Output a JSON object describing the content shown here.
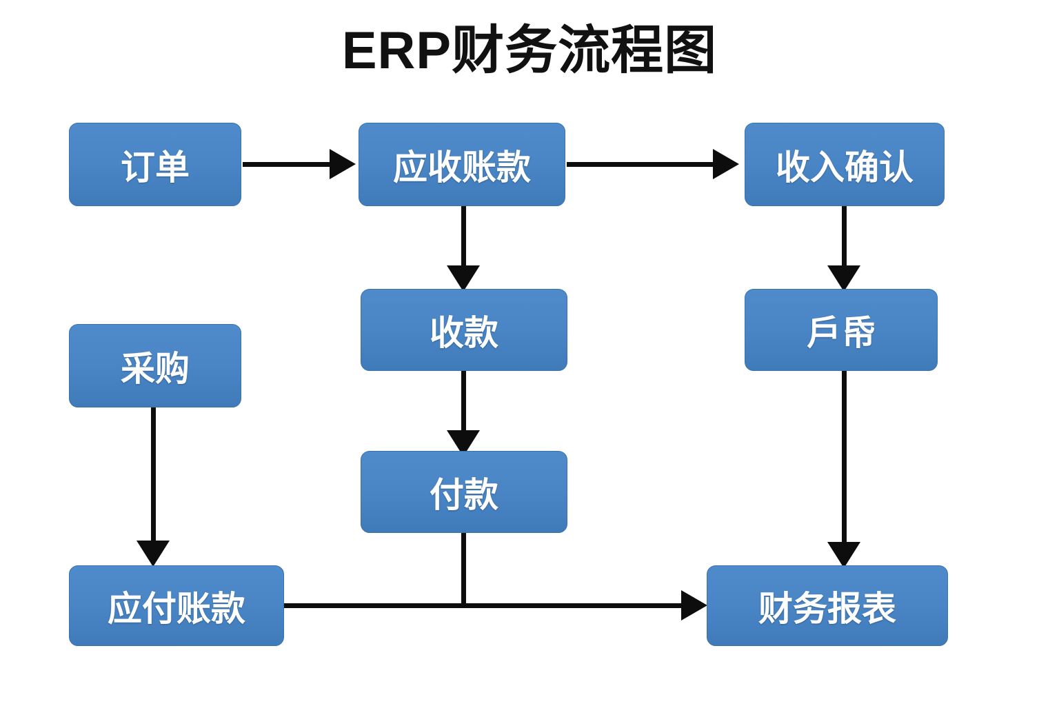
{
  "title": "ERP财务流程图",
  "theme": {
    "background": "#ffffff",
    "node_fill": "#4a86c6",
    "node_fill_top": "#4f8bcb",
    "node_fill_bottom": "#3f7ab9",
    "node_border": "#3a72ae",
    "node_text": "#ffffff",
    "edge_color": "#0d0d0d",
    "title_color": "#111111"
  },
  "nodes": [
    {
      "id": "order",
      "label": "订单",
      "column": "left",
      "row": 1
    },
    {
      "id": "ar",
      "label": "应收账款",
      "column": "center",
      "row": 1
    },
    {
      "id": "revenue",
      "label": "收入确认",
      "column": "right",
      "row": 1
    },
    {
      "id": "collection",
      "label": "收款",
      "column": "center",
      "row": 2
    },
    {
      "id": "cost",
      "label": "戶帋",
      "column": "right",
      "row": 2
    },
    {
      "id": "procurement",
      "label": "采购",
      "column": "left",
      "row": 2
    },
    {
      "id": "payment",
      "label": "付款",
      "column": "center",
      "row": 3
    },
    {
      "id": "ap",
      "label": "应付账款",
      "column": "left",
      "row": 4
    },
    {
      "id": "report",
      "label": "财务报表",
      "column": "right",
      "row": 4
    }
  ],
  "edges": [
    {
      "id": "e1",
      "from": "order",
      "to": "ar",
      "direction": "right",
      "arrowhead": true
    },
    {
      "id": "e2",
      "from": "ar",
      "to": "revenue",
      "direction": "right",
      "arrowhead": true
    },
    {
      "id": "e3",
      "from": "ar",
      "to": "collection",
      "direction": "down",
      "arrowhead": true
    },
    {
      "id": "e4",
      "from": "revenue",
      "to": "cost",
      "direction": "down",
      "arrowhead": true
    },
    {
      "id": "e5",
      "from": "collection",
      "to": "payment",
      "direction": "down",
      "arrowhead": true
    },
    {
      "id": "e6",
      "from": "procurement",
      "to": "ap",
      "direction": "down",
      "arrowhead": true
    },
    {
      "id": "e7",
      "from": "cost",
      "to": "report",
      "direction": "down",
      "arrowhead": true
    },
    {
      "id": "e8",
      "from": "ap",
      "to": "report",
      "direction": "right",
      "arrowhead": true
    },
    {
      "id": "e9",
      "from": "payment",
      "to": "report",
      "direction": "down",
      "arrowhead": false
    }
  ]
}
